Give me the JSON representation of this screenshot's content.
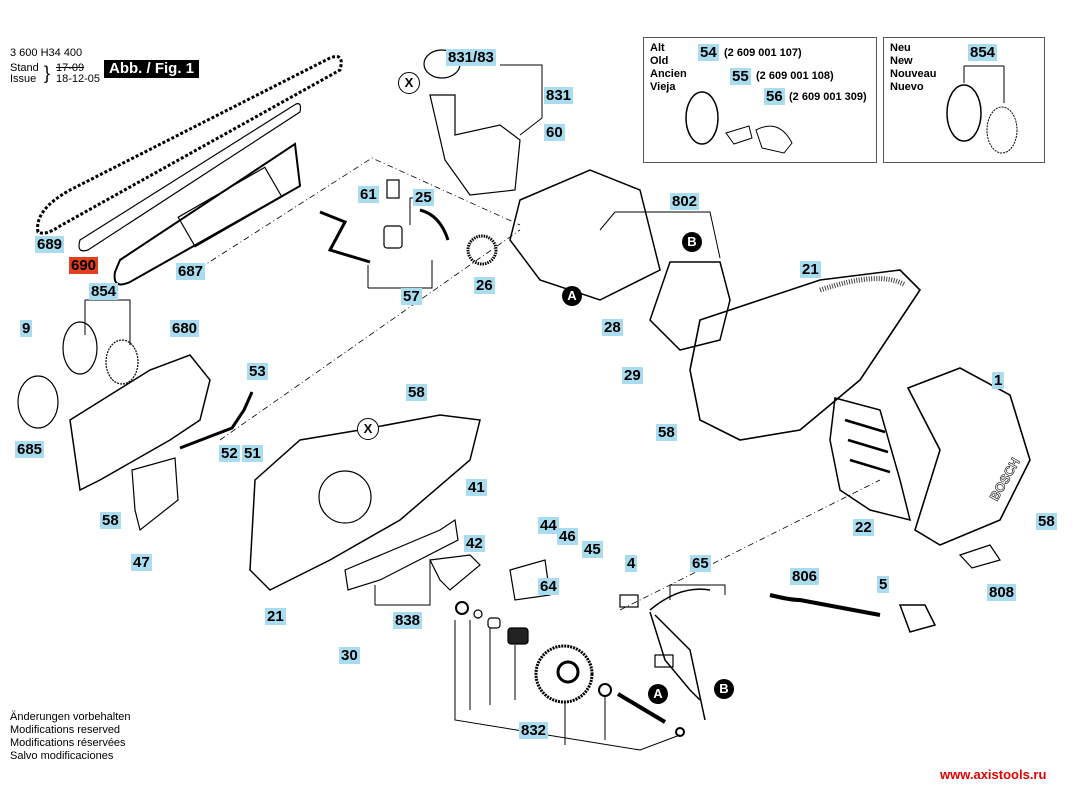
{
  "header": {
    "doc_number": "3 600 H34 400",
    "stand_label": "Stand",
    "issue_label": "Issue",
    "stand_date_struck": "17-09",
    "issue_date": "18-12-05",
    "figure_tag": "Abb. / Fig. 1"
  },
  "old_box": {
    "languages": [
      "Alt",
      "Old",
      "Ancien",
      "Vieja"
    ],
    "parts": [
      {
        "ref": "54",
        "number": "(2 609 001 107)"
      },
      {
        "ref": "55",
        "number": "(2 609 001 108)"
      },
      {
        "ref": "56",
        "number": "(2 609 001 309)"
      }
    ]
  },
  "new_box": {
    "languages": [
      "Neu",
      "New",
      "Nouveau",
      "Nuevo"
    ],
    "parts": [
      {
        "ref": "854"
      }
    ]
  },
  "part_labels": {
    "p831_83": "831/83",
    "p831": "831",
    "p60": "60",
    "p61": "61",
    "p25": "25",
    "p57": "57",
    "p26": "26",
    "p802": "802",
    "p21a": "21",
    "p28": "28",
    "p29": "29",
    "p58a": "58",
    "p1": "1",
    "p22": "22",
    "p58b": "58",
    "p808": "808",
    "p689": "689",
    "p690": "690",
    "p687": "687",
    "p854": "854",
    "p9": "9",
    "p680": "680",
    "p685": "685",
    "p53": "53",
    "p52": "52",
    "p51": "51",
    "p58c": "58",
    "p58d": "58",
    "p47": "47",
    "p41": "41",
    "p42": "42",
    "p21b": "21",
    "p838": "838",
    "p30": "30",
    "p44": "44",
    "p46": "46",
    "p45": "45",
    "p64": "64",
    "p4": "4",
    "p65": "65",
    "p806": "806",
    "p5": "5",
    "p832": "832"
  },
  "connectors": {
    "a": "A",
    "b": "B",
    "x": "X"
  },
  "brand_on_housing": "BOSCH",
  "footer": {
    "notes": [
      "Änderungen vorbehalten",
      "Modifications reserved",
      "Modifications réservées",
      "Salvo modificaciones"
    ],
    "website": "www.axistools.ru"
  },
  "colors": {
    "label_bg": "#a9dcee",
    "highlight_label_bg": "#e0401c",
    "website": "#e00000"
  }
}
